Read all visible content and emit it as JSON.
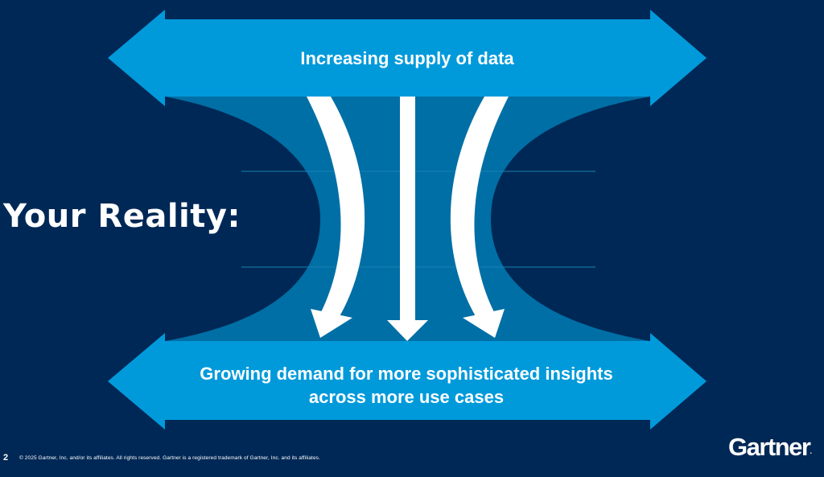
{
  "slide": {
    "heading": "Your Reality:",
    "page_number": "2",
    "footer": "© 2025 Gartner, Inc. and/or its affiliates. All rights reserved. Gartner is a registered trademark of Gartner, Inc. and its affiliates.",
    "logo": "Gartner",
    "logo_mark": "."
  },
  "diagram": {
    "top_arrow_label": "Increasing supply of data",
    "bottom_arrow_label": "Growing demand for more sophisticated insights across more use cases",
    "colors": {
      "background": "#002856",
      "arrow": "#009ADB",
      "funnel": "#006FA5",
      "inner_arrows": "#FFFFFF"
    }
  }
}
